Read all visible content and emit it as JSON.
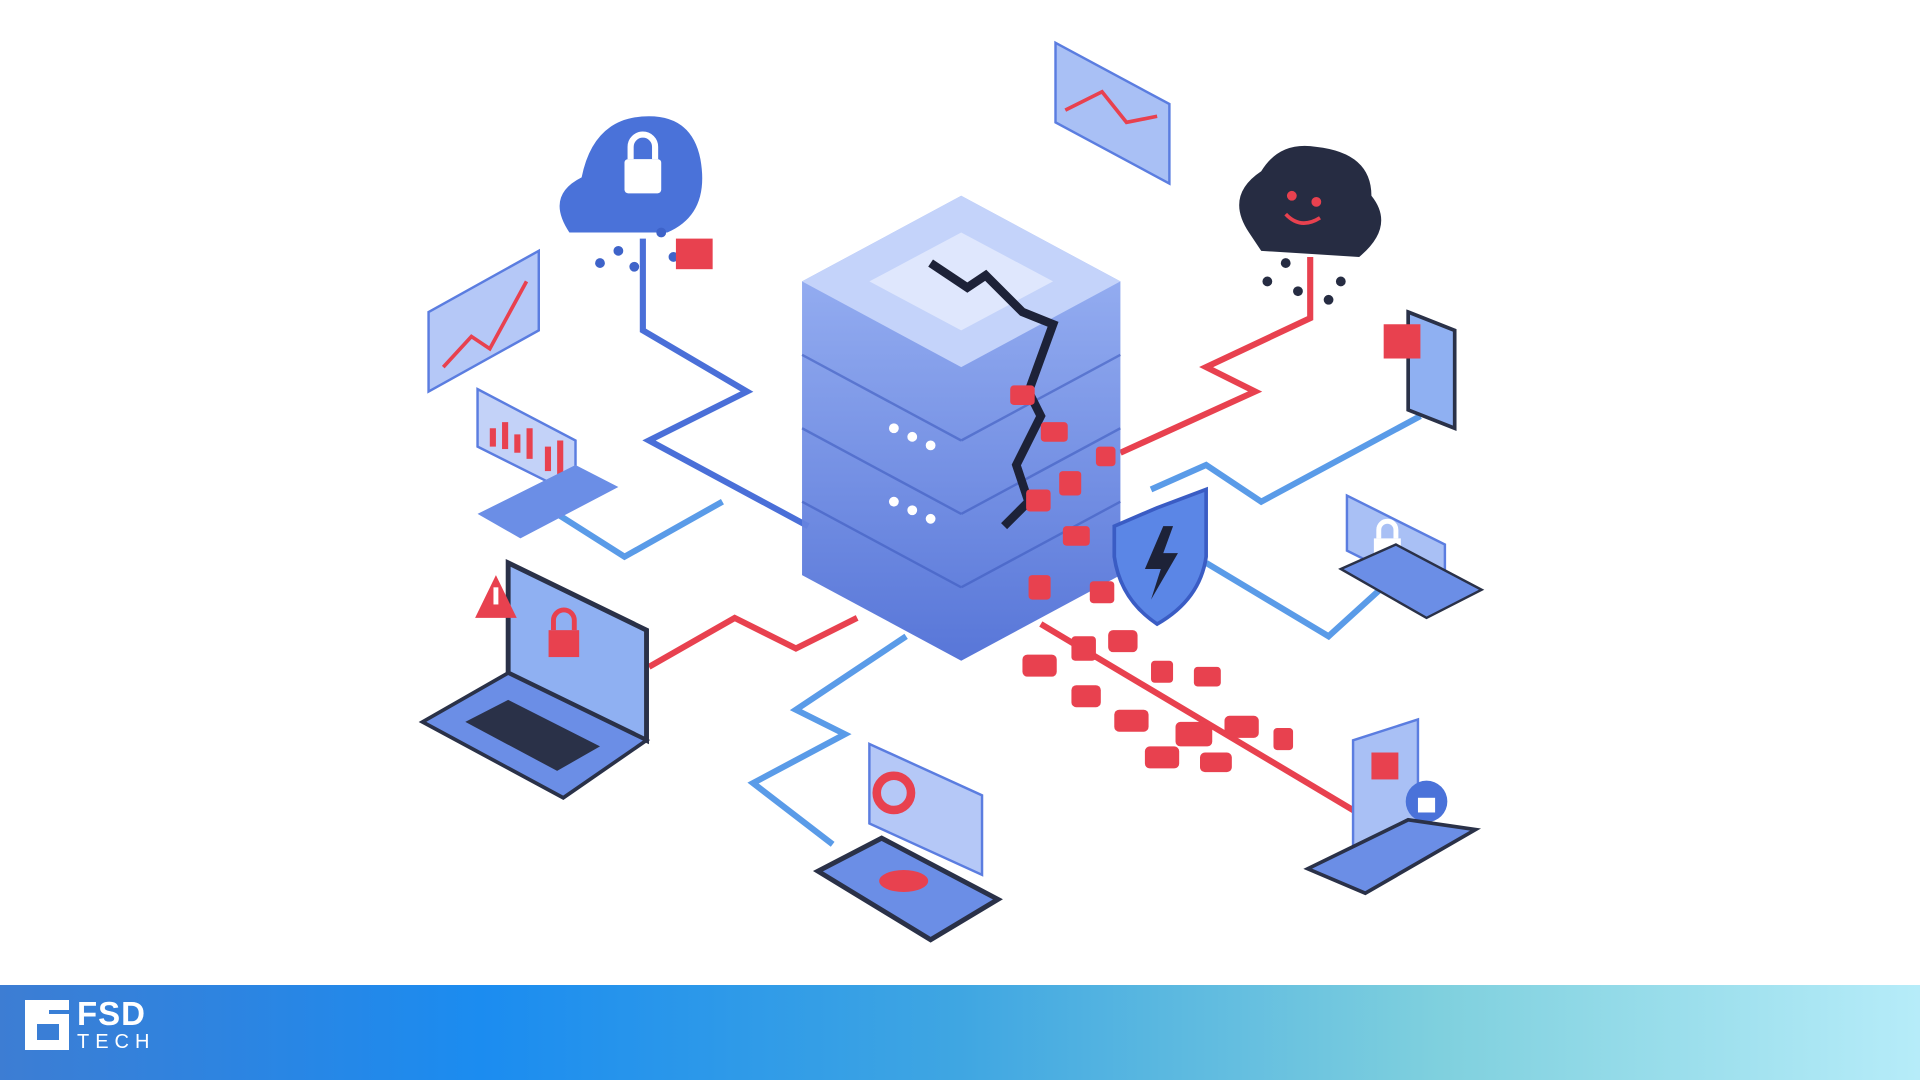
{
  "illustration": {
    "subject": "server-breach-network",
    "colors": {
      "primary_blue": "#4f7be0",
      "light_blue": "#8fb0f2",
      "alert_red": "#e8414f",
      "dark": "#2a3148"
    },
    "icons": [
      "secure-cloud-icon",
      "malicious-cloud-icon",
      "server-icon",
      "shield-icon",
      "laptop-icon",
      "lock-icon",
      "warning-icon",
      "chart-icon",
      "phone-icon",
      "tablet-icon"
    ]
  },
  "footer": {
    "logo": {
      "name": "FSD",
      "sub": "TECH"
    },
    "gradient": [
      "#3d7dd3",
      "#1b8cf0",
      "#b6ecf9"
    ]
  }
}
